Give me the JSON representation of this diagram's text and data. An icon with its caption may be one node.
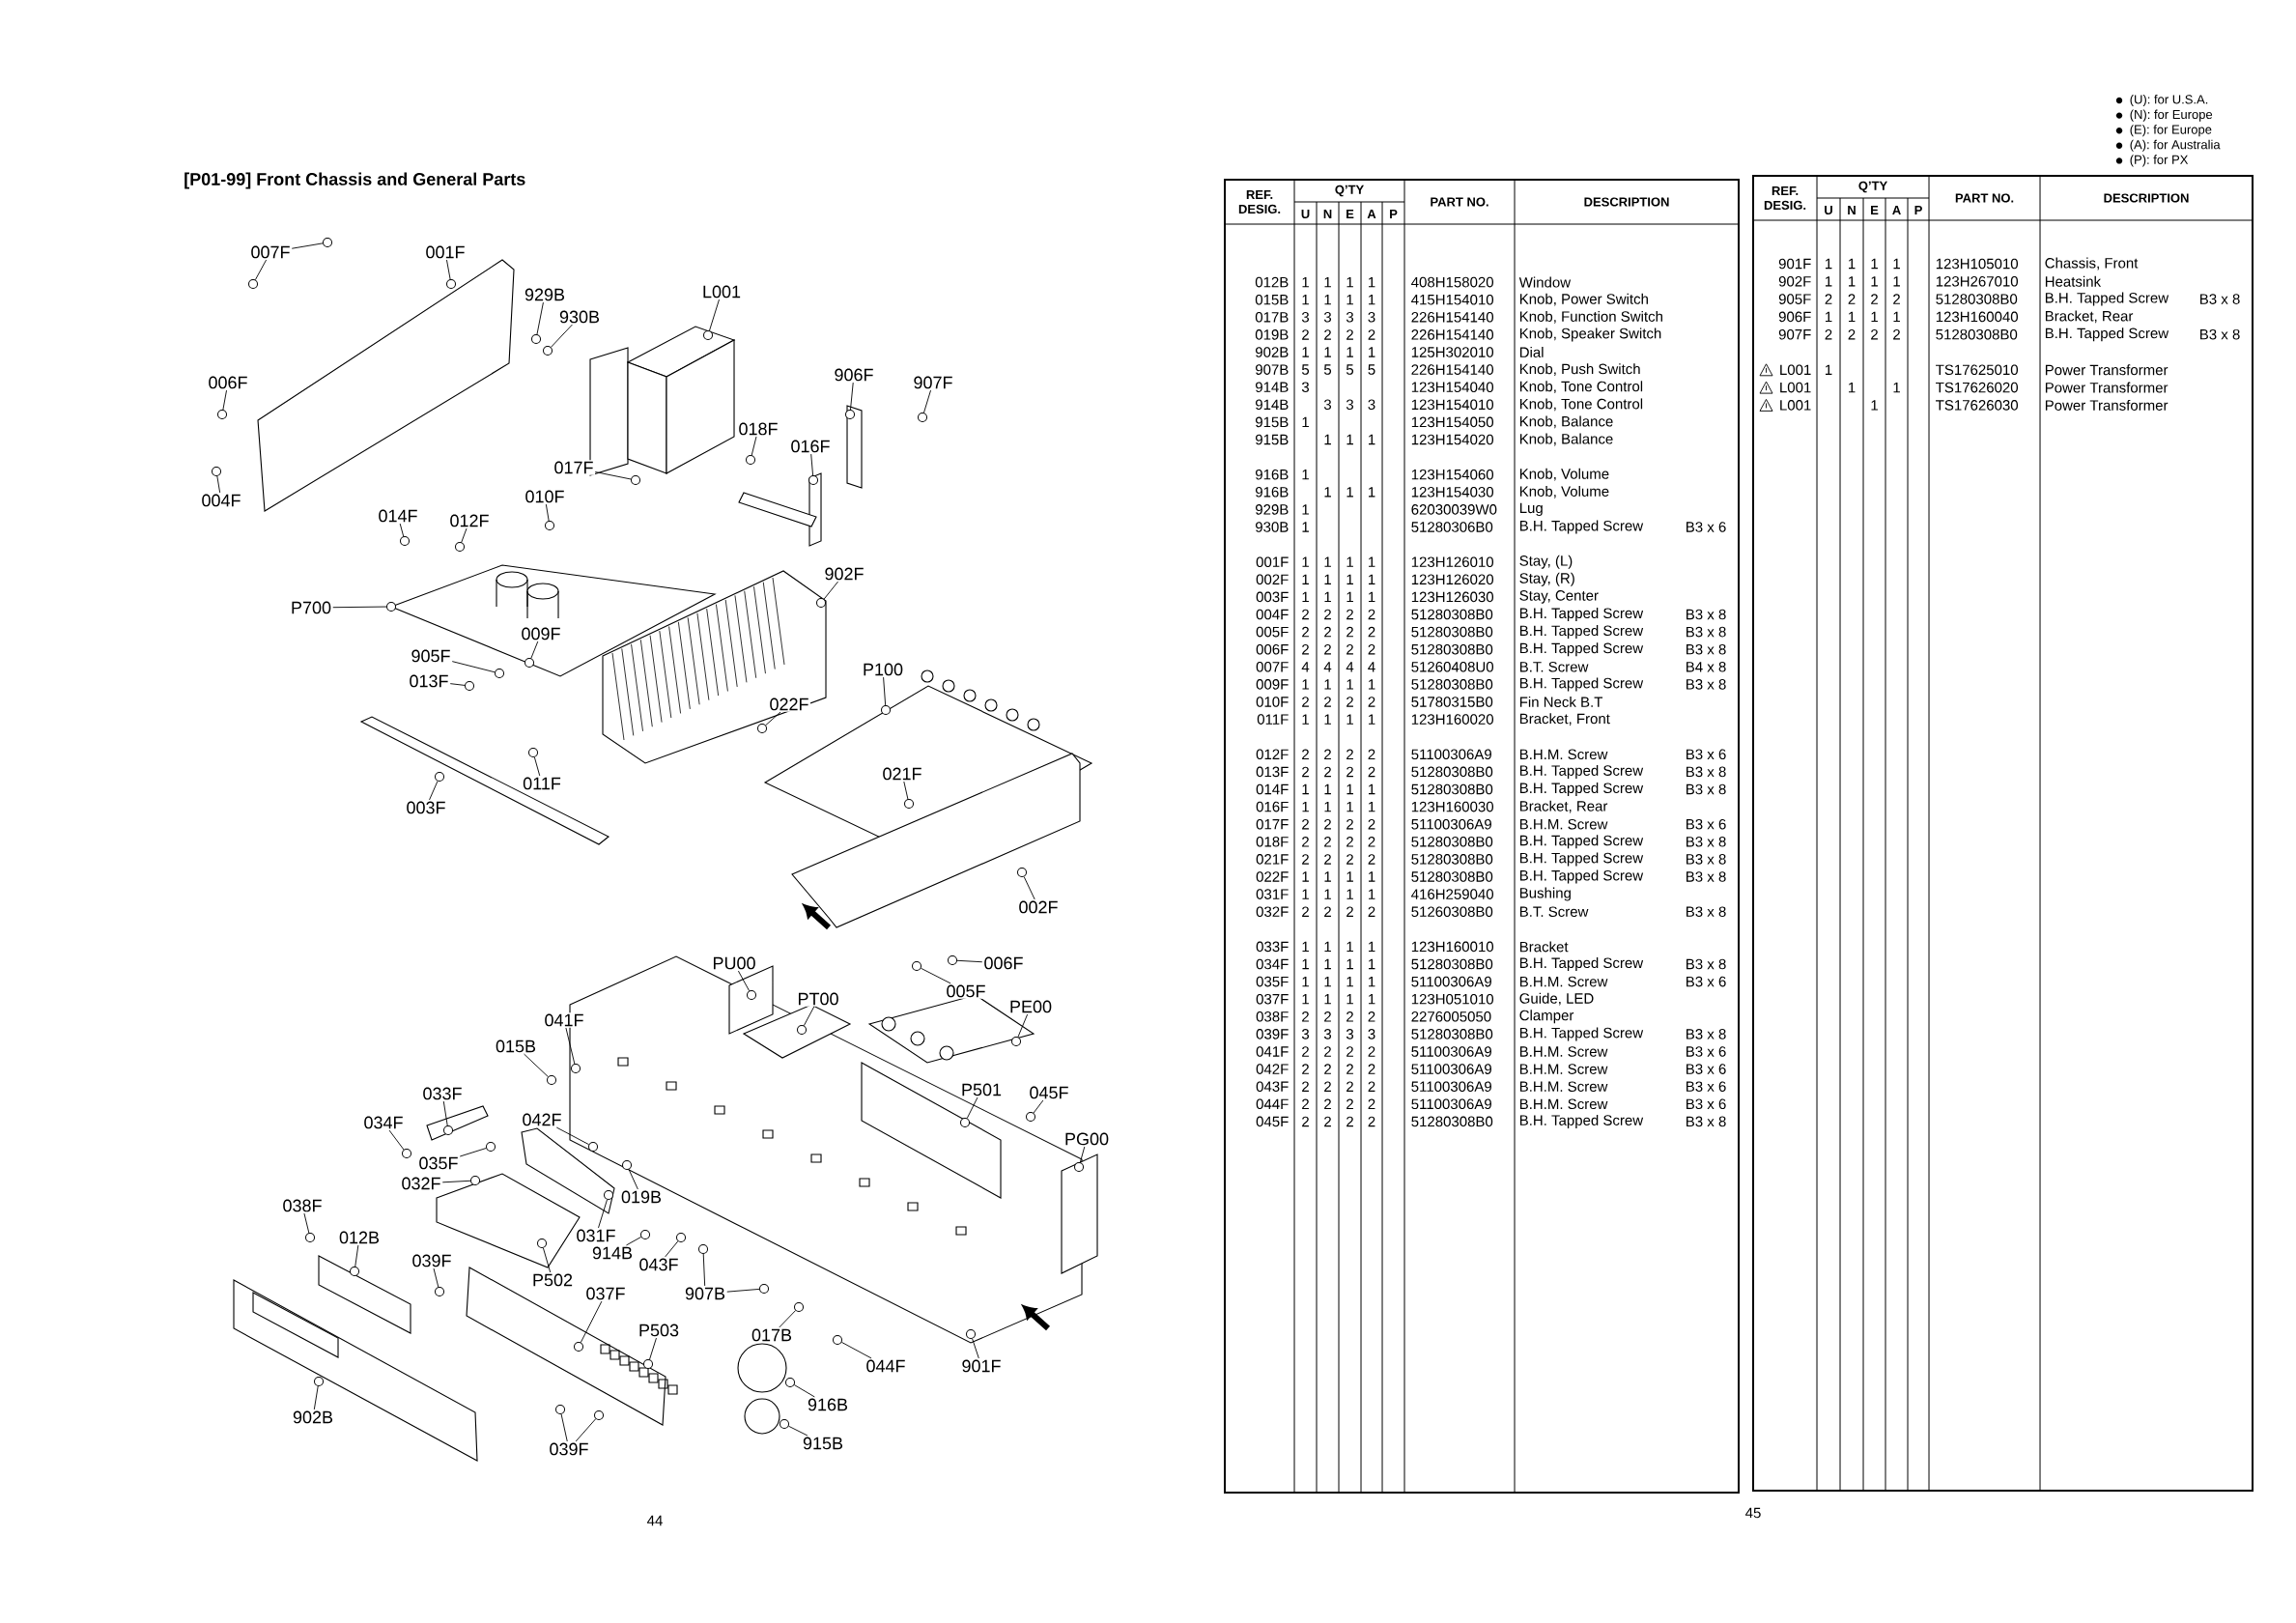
{
  "diagram": {
    "title": "[P01-99] Front Chassis and General Parts",
    "nodes": [
      {
        "text": [
          "007F"
        ]
      },
      {
        "text": [
          "001F"
        ]
      },
      {
        "text": [
          "929B"
        ]
      },
      {
        "text": [
          "930B"
        ]
      },
      {
        "text": [
          "L001"
        ]
      },
      {
        "text": [
          "006F"
        ]
      },
      {
        "text": [
          "906F"
        ]
      },
      {
        "text": [
          "907F"
        ]
      },
      {
        "text": [
          "018F"
        ]
      },
      {
        "text": [
          "016F"
        ]
      },
      {
        "text": [
          "017F"
        ]
      },
      {
        "text": [
          "010F"
        ]
      },
      {
        "text": [
          "004F"
        ]
      },
      {
        "text": [
          "014F"
        ]
      },
      {
        "text": [
          "012F"
        ]
      },
      {
        "text": [
          "P700"
        ]
      },
      {
        "text": [
          "009F"
        ]
      },
      {
        "text": [
          "902F"
        ]
      },
      {
        "text": [
          "905F"
        ]
      },
      {
        "text": [
          "P100"
        ]
      },
      {
        "text": [
          "013F"
        ]
      },
      {
        "text": [
          "022F"
        ]
      },
      {
        "text": [
          "011F"
        ]
      },
      {
        "text": [
          "003F"
        ]
      },
      {
        "text": [
          "021F"
        ]
      },
      {
        "text": [
          "002F"
        ]
      },
      {
        "text": [
          "006F"
        ]
      },
      {
        "text": [
          "PU00"
        ]
      },
      {
        "text": [
          "005F"
        ]
      },
      {
        "text": [
          "PT00"
        ]
      },
      {
        "text": [
          "PE00"
        ]
      },
      {
        "text": [
          "041F"
        ]
      },
      {
        "text": [
          "015B"
        ]
      },
      {
        "text": [
          "P501"
        ]
      },
      {
        "text": [
          "045F"
        ]
      },
      {
        "text": [
          "033F"
        ]
      },
      {
        "text": [
          "042F"
        ]
      },
      {
        "text": [
          "034F"
        ]
      },
      {
        "text": [
          "PG00"
        ]
      },
      {
        "text": [
          "035F"
        ]
      },
      {
        "text": [
          "032F"
        ]
      },
      {
        "text": [
          "019B"
        ]
      },
      {
        "text": [
          "038F"
        ]
      },
      {
        "text": [
          "012B"
        ]
      },
      {
        "text": [
          "031F"
        ]
      },
      {
        "text": [
          "914B"
        ]
      },
      {
        "text": [
          "039F"
        ]
      },
      {
        "text": [
          "043F"
        ]
      },
      {
        "text": [
          "P502"
        ]
      },
      {
        "text": [
          "037F"
        ]
      },
      {
        "text": [
          "907B"
        ]
      },
      {
        "text": [
          "P503"
        ]
      },
      {
        "text": [
          "017B"
        ]
      },
      {
        "text": [
          "044F"
        ]
      },
      {
        "text": [
          "901F"
        ]
      },
      {
        "text": [
          "916B"
        ]
      },
      {
        "text": [
          "902B"
        ]
      },
      {
        "text": [
          "915B"
        ]
      },
      {
        "text": [
          "039F"
        ]
      },
      {
        "text": [],
        "shape": "circle"
      },
      {
        "text": [],
        "shape": "circle"
      },
      {
        "text": [],
        "shape": "circle"
      },
      {
        "text": [],
        "shape": "circle"
      },
      {
        "text": [],
        "shape": "circle"
      },
      {
        "text": [],
        "shape": "circle"
      },
      {
        "text": [],
        "shape": "circle"
      },
      {
        "text": [],
        "shape": "circle"
      },
      {
        "text": [],
        "shape": "circle"
      },
      {
        "text": [],
        "shape": "circle"
      },
      {
        "text": [],
        "shape": "circle"
      },
      {
        "text": [],
        "shape": "circle"
      },
      {
        "text": [],
        "shape": "circle"
      },
      {
        "text": [],
        "shape": "circle"
      },
      {
        "text": [],
        "shape": "circle"
      },
      {
        "text": [],
        "shape": "circle"
      },
      {
        "text": [],
        "shape": "circle"
      },
      {
        "text": [],
        "shape": "circle"
      },
      {
        "text": [],
        "shape": "circle"
      },
      {
        "text": [],
        "shape": "circle"
      },
      {
        "text": [],
        "shape": "circle"
      },
      {
        "text": [],
        "shape": "circle"
      },
      {
        "text": [],
        "shape": "circle"
      },
      {
        "text": [],
        "shape": "circle"
      },
      {
        "text": [],
        "shape": "circle"
      },
      {
        "text": [],
        "shape": "circle"
      },
      {
        "text": [],
        "shape": "circle"
      },
      {
        "text": [],
        "shape": "circle"
      },
      {
        "text": [],
        "shape": "circle"
      },
      {
        "text": [],
        "shape": "circle"
      },
      {
        "text": [],
        "shape": "circle"
      },
      {
        "text": [],
        "shape": "circle"
      },
      {
        "text": [],
        "shape": "circle"
      },
      {
        "text": [],
        "shape": "circle"
      },
      {
        "text": [],
        "shape": "circle"
      },
      {
        "text": [],
        "shape": "circle"
      },
      {
        "text": [],
        "shape": "circle"
      },
      {
        "text": [],
        "shape": "circle"
      },
      {
        "text": [],
        "shape": "circle"
      },
      {
        "text": [],
        "shape": "circle"
      },
      {
        "text": [],
        "shape": "circle"
      },
      {
        "text": [],
        "shape": "circle"
      },
      {
        "text": [],
        "shape": "circle"
      },
      {
        "text": [],
        "shape": "circle"
      },
      {
        "text": [],
        "shape": "circle"
      },
      {
        "text": [],
        "shape": "circle"
      },
      {
        "text": [],
        "shape": "circle"
      },
      {
        "text": [],
        "shape": "circle"
      },
      {
        "text": [],
        "shape": "circle"
      },
      {
        "text": [],
        "shape": "circle"
      },
      {
        "text": [],
        "shape": "circle"
      },
      {
        "text": [],
        "shape": "circle"
      },
      {
        "text": [],
        "shape": "circle"
      },
      {
        "text": [],
        "shape": "circle"
      },
      {
        "text": [],
        "shape": "circle"
      },
      {
        "text": [],
        "shape": "circle"
      },
      {
        "text": [],
        "shape": "circle"
      },
      {
        "text": [],
        "shape": "circle"
      },
      {
        "text": [],
        "shape": "circle"
      },
      {
        "text": [],
        "shape": "circle"
      },
      {
        "text": [],
        "shape": "circle"
      },
      {
        "text": [],
        "shape": "circle"
      }
    ],
    "edges": [
      {
        "from": 0,
        "to": 59,
        "arrow": "none"
      },
      {
        "from": 0,
        "to": 60,
        "arrow": "none"
      },
      {
        "from": 1,
        "to": 61,
        "arrow": "none"
      },
      {
        "from": 2,
        "to": 62,
        "arrow": "none"
      },
      {
        "from": 3,
        "to": 63,
        "arrow": "none"
      },
      {
        "from": 4,
        "to": 64,
        "arrow": "none"
      },
      {
        "from": 5,
        "to": 65,
        "arrow": "none"
      },
      {
        "from": 6,
        "to": 66,
        "arrow": "none"
      },
      {
        "from": 7,
        "to": 67,
        "arrow": "none"
      },
      {
        "from": 8,
        "to": 68,
        "arrow": "none"
      },
      {
        "from": 9,
        "to": 69,
        "arrow": "none"
      },
      {
        "from": 10,
        "to": 70,
        "arrow": "none"
      },
      {
        "from": 11,
        "to": 71,
        "arrow": "none"
      },
      {
        "from": 12,
        "to": 72,
        "arrow": "none"
      },
      {
        "from": 13,
        "to": 73,
        "arrow": "none"
      },
      {
        "from": 14,
        "to": 74,
        "arrow": "none"
      },
      {
        "from": 15,
        "to": 75,
        "arrow": "none"
      },
      {
        "from": 16,
        "to": 76,
        "arrow": "none"
      },
      {
        "from": 17,
        "to": 77,
        "arrow": "none"
      },
      {
        "from": 18,
        "to": 78,
        "arrow": "none"
      },
      {
        "from": 19,
        "to": 79,
        "arrow": "none"
      },
      {
        "from": 20,
        "to": 80,
        "arrow": "none"
      },
      {
        "from": 21,
        "to": 81,
        "arrow": "none"
      },
      {
        "from": 22,
        "to": 82,
        "arrow": "none"
      },
      {
        "from": 23,
        "to": 83,
        "arrow": "none"
      },
      {
        "from": 24,
        "to": 84,
        "arrow": "none"
      },
      {
        "from": 25,
        "to": 85,
        "arrow": "none"
      },
      {
        "from": 26,
        "to": 86,
        "arrow": "none"
      },
      {
        "from": 27,
        "to": 87,
        "arrow": "none"
      },
      {
        "from": 28,
        "to": 88,
        "arrow": "none"
      },
      {
        "from": 29,
        "to": 89,
        "arrow": "none"
      },
      {
        "from": 30,
        "to": 90,
        "arrow": "none"
      },
      {
        "from": 31,
        "to": 91,
        "arrow": "none"
      },
      {
        "from": 32,
        "to": 92,
        "arrow": "none"
      },
      {
        "from": 33,
        "to": 93,
        "arrow": "none"
      },
      {
        "from": 34,
        "to": 94,
        "arrow": "none"
      },
      {
        "from": 35,
        "to": 95,
        "arrow": "none"
      },
      {
        "from": 36,
        "to": 96,
        "arrow": "none"
      },
      {
        "from": 37,
        "to": 97,
        "arrow": "none"
      },
      {
        "from": 38,
        "to": 98,
        "arrow": "none"
      },
      {
        "from": 39,
        "to": 99,
        "arrow": "none"
      },
      {
        "from": 40,
        "to": 100,
        "arrow": "none"
      },
      {
        "from": 41,
        "to": 101,
        "arrow": "none"
      },
      {
        "from": 42,
        "to": 102,
        "arrow": "none"
      },
      {
        "from": 43,
        "to": 103,
        "arrow": "none"
      },
      {
        "from": 44,
        "to": 104,
        "arrow": "none"
      },
      {
        "from": 45,
        "to": 105,
        "arrow": "none"
      },
      {
        "from": 46,
        "to": 106,
        "arrow": "none"
      },
      {
        "from": 47,
        "to": 107,
        "arrow": "none"
      },
      {
        "from": 48,
        "to": 108,
        "arrow": "none"
      },
      {
        "from": 49,
        "to": 109,
        "arrow": "none"
      },
      {
        "from": 50,
        "to": 110,
        "arrow": "none"
      },
      {
        "from": 50,
        "to": 111,
        "arrow": "none"
      },
      {
        "from": 51,
        "to": 112,
        "arrow": "none"
      },
      {
        "from": 52,
        "to": 113,
        "arrow": "none"
      },
      {
        "from": 53,
        "to": 114,
        "arrow": "none"
      },
      {
        "from": 54,
        "to": 115,
        "arrow": "none"
      },
      {
        "from": 55,
        "to": 116,
        "arrow": "none"
      },
      {
        "from": 56,
        "to": 117,
        "arrow": "none"
      },
      {
        "from": 57,
        "to": 118,
        "arrow": "none"
      },
      {
        "from": 58,
        "to": 119,
        "arrow": "none"
      },
      {
        "from": 58,
        "to": 120,
        "arrow": "none"
      }
    ],
    "labels": [
      "44",
      "(U): for U.S.A.",
      "(N): for Europe",
      "(E): for Europe",
      "(A): for Australia",
      "(P): for PX",
      "REF. DESIG.",
      "Q’TY",
      "U",
      "N",
      "E",
      "A",
      "P",
      "PART NO.",
      "DESCRIPTION",
      "012B",
      "1",
      "1",
      "1",
      "1",
      "408H158020",
      "Window",
      "015B",
      "1",
      "1",
      "1",
      "1",
      "415H154010",
      "Knob, Power Switch",
      "017B",
      "3",
      "3",
      "3",
      "3",
      "226H154140",
      "Knob, Function Switch",
      "019B",
      "2",
      "2",
      "2",
      "2",
      "226H154140",
      "Knob, Speaker Switch",
      "902B",
      "1",
      "1",
      "1",
      "1",
      "125H302010",
      "Dial",
      "907B",
      "5",
      "5",
      "5",
      "5",
      "226H154140",
      "Knob, Push Switch",
      "914B",
      "3",
      "123H154040",
      "Knob, Tone Control",
      "914B",
      "3",
      "3",
      "3",
      "123H154010",
      "Knob, Tone Control",
      "915B",
      "1",
      "123H154050",
      "Knob, Balance",
      "915B",
      "1",
      "1",
      "1",
      "123H154020",
      "Knob, Balance",
      "916B",
      "1",
      "123H154060",
      "Knob, Volume",
      "916B",
      "1",
      "1",
      "1",
      "123H154030",
      "Knob, Volume",
      "929B",
      "1",
      "62030039W0",
      "Lug",
      "930B",
      "1",
      "51280306B0",
      "B.H. Tapped Screw",
      "B3 x 6",
      "001F",
      "1",
      "1",
      "1",
      "1",
      "123H126010",
      "Stay, (L)",
      "002F",
      "1",
      "1",
      "1",
      "1",
      "123H126020",
      "Stay, (R)",
      "003F",
      "1",
      "1",
      "1",
      "1",
      "123H126030",
      "Stay, Center",
      "004F",
      "2",
      "2",
      "2",
      "2",
      "51280308B0",
      "B.H. Tapped Screw",
      "B3 x 8",
      "005F",
      "2",
      "2",
      "2",
      "2",
      "51280308B0",
      "B.H. Tapped Screw",
      "B3 x 8",
      "006F",
      "2",
      "2",
      "2",
      "2",
      "51280308B0",
      "B.H. Tapped Screw",
      "B3 x 8",
      "007F",
      "4",
      "4",
      "4",
      "4",
      "51260408U0",
      "B.T. Screw",
      "B4 x 8",
      "009F",
      "1",
      "1",
      "1",
      "1",
      "51280308B0",
      "B.H. Tapped Screw",
      "B3 x 8",
      "010F",
      "2",
      "2",
      "2",
      "2",
      "51780315B0",
      "Fin Neck B.T",
      "011F",
      "1",
      "1",
      "1",
      "1",
      "123H160020",
      "Bracket, Front",
      "012F",
      "2",
      "2",
      "2",
      "2",
      "51100306A9",
      "B.H.M. Screw",
      "B3 x 6",
      "013F",
      "2",
      "2",
      "2",
      "2",
      "51280308B0",
      "B.H. Tapped Screw",
      "B3 x 8",
      "014F",
      "1",
      "1",
      "1",
      "1",
      "51280308B0",
      "B.H. Tapped Screw",
      "B3 x 8",
      "016F",
      "1",
      "1",
      "1",
      "1",
      "123H160030",
      "Bracket, Rear",
      "017F",
      "2",
      "2",
      "2",
      "2",
      "51100306A9",
      "B.H.M. Screw",
      "B3 x 6",
      "018F",
      "2",
      "2",
      "2",
      "2",
      "51280308B0",
      "B.H. Tapped Screw",
      "B3 x 8",
      "021F",
      "2",
      "2",
      "2",
      "2",
      "51280308B0",
      "B.H. Tapped Screw",
      "B3 x 8",
      "022F",
      "1",
      "1",
      "1",
      "1",
      "51280308B0",
      "B.H. Tapped Screw",
      "B3 x 8",
      "031F",
      "1",
      "1",
      "1",
      "1",
      "416H259040",
      "Bushing",
      "032F",
      "2",
      "2",
      "2",
      "2",
      "51260308B0",
      "B.T. Screw",
      "B3 x 8",
      "033F",
      "1",
      "1",
      "1",
      "1",
      "123H160010",
      "Bracket",
      "034F",
      "1",
      "1",
      "1",
      "1",
      "51280308B0",
      "B.H. Tapped Screw",
      "B3 x 8",
      "035F",
      "1",
      "1",
      "1",
      "1",
      "51100306A9",
      "B.H.M. Screw",
      "B3 x 6",
      "037F",
      "1",
      "1",
      "1",
      "1",
      "123H051010",
      "Guide, LED",
      "038F",
      "2",
      "2",
      "2",
      "2",
      "2276005050",
      "Clamper",
      "039F",
      "3",
      "3",
      "3",
      "3",
      "51280308B0",
      "B.H. Tapped Screw",
      "B3 x 8",
      "041F",
      "2",
      "2",
      "2",
      "2",
      "51100306A9",
      "B.H.M. Screw",
      "B3 x 6",
      "042F",
      "2",
      "2",
      "2",
      "2",
      "51100306A9",
      "B.H.M. Screw",
      "B3 x 6",
      "043F",
      "2",
      "2",
      "2",
      "2",
      "51100306A9",
      "B.H.M. Screw",
      "B3 x 6",
      "044F",
      "2",
      "2",
      "2",
      "2",
      "51100306A9",
      "B.H.M. Screw",
      "B3 x 6",
      "045F",
      "2",
      "2",
      "2",
      "2",
      "51280308B0",
      "B.H. Tapped Screw",
      "B3 x 8",
      "REF. DESIG.",
      "Q’TY",
      "U",
      "N",
      "E",
      "A",
      "P",
      "PART NO.",
      "DESCRIPTION",
      "901F",
      "1",
      "1",
      "1",
      "1",
      "123H105010",
      "Chassis, Front",
      "902F",
      "1",
      "1",
      "1",
      "1",
      "123H267010",
      "Heatsink",
      "905F",
      "2",
      "2",
      "2",
      "2",
      "51280308B0",
      "B.H. Tapped Screw",
      "B3 x 8",
      "906F",
      "1",
      "1",
      "1",
      "1",
      "123H160040",
      "Bracket, Rear",
      "907F",
      "2",
      "2",
      "2",
      "2",
      "51280308B0",
      "B.H. Tapped Screw",
      "B3 x 8",
      "L001",
      "1",
      "TS17625010",
      "Power Transformer",
      "L001",
      "1",
      "1",
      "TS17626020",
      "Power Transformer",
      "L001",
      "1",
      "TS17626030",
      "Power Transformer",
      "45"
    ]
  }
}
